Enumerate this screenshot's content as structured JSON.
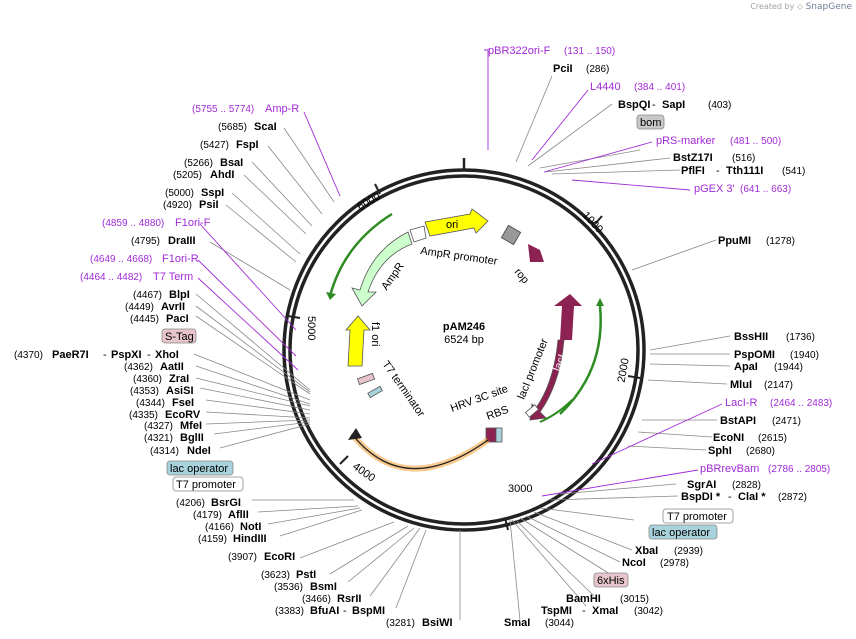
{
  "watermark": {
    "created_by": "Created by",
    "brand": "SnapGene"
  },
  "plasmid": {
    "name": "pAM246",
    "length": "6524 bp",
    "ticks": [
      "1000",
      "2000",
      "3000",
      "4000",
      "5000",
      "6000"
    ]
  },
  "enzymes": [
    {
      "name": "PciI",
      "pos": "(286)"
    },
    {
      "name": "BspQI",
      "name2": "SapI",
      "pos": "(403)"
    },
    {
      "name": "BstZ17I",
      "pos": "(516)"
    },
    {
      "name": "PflFI",
      "name2": "Tth111I",
      "pos": "(541)"
    },
    {
      "name": "PpuMI",
      "pos": "(1278)"
    },
    {
      "name": "BssHII",
      "pos": "(1736)"
    },
    {
      "name": "PspOMI",
      "pos": "(1940)"
    },
    {
      "name": "ApaI",
      "pos": "(1944)"
    },
    {
      "name": "MluI",
      "pos": "(2147)"
    },
    {
      "name": "BstAPI",
      "pos": "(2471)"
    },
    {
      "name": "EcoNI",
      "pos": "(2615)"
    },
    {
      "name": "SphI",
      "pos": "(2680)"
    },
    {
      "name": "SgrAI",
      "pos": "(2828)"
    },
    {
      "name": "BspDI *",
      "name2": "ClaI *",
      "pos": "(2872)"
    },
    {
      "name": "XbaI",
      "pos": "(2939)"
    },
    {
      "name": "NcoI",
      "pos": "(2978)"
    },
    {
      "name": "BamHI",
      "pos": "(3015)"
    },
    {
      "name": "TspMI",
      "name2": "XmaI",
      "pos": "(3042)"
    },
    {
      "name": "SmaI",
      "pos": "(3044)"
    },
    {
      "name": "BsiWI",
      "pos": "(3281)"
    },
    {
      "name": "BfuAI",
      "name2": "BspMI",
      "pos": "(3383)"
    },
    {
      "name": "RsrII",
      "pos": "(3466)"
    },
    {
      "name": "BsmI",
      "pos": "(3536)"
    },
    {
      "name": "PstI",
      "pos": "(3623)"
    },
    {
      "name": "EcoRI",
      "pos": "(3907)"
    },
    {
      "name": "HindIII",
      "pos": "(4159)"
    },
    {
      "name": "NotI",
      "pos": "(4166)"
    },
    {
      "name": "AflII",
      "pos": "(4179)"
    },
    {
      "name": "BsrGI",
      "pos": "(4206)"
    },
    {
      "name": "NdeI",
      "pos": "(4314)"
    },
    {
      "name": "BglII",
      "pos": "(4321)"
    },
    {
      "name": "MfeI",
      "pos": "(4327)"
    },
    {
      "name": "EcoRV",
      "pos": "(4335)"
    },
    {
      "name": "FseI",
      "pos": "(4344)"
    },
    {
      "name": "AsiSI",
      "pos": "(4353)"
    },
    {
      "name": "ZraI",
      "pos": "(4360)"
    },
    {
      "name": "AatII",
      "pos": "(4362)"
    },
    {
      "name": "PaeR7I",
      "name2": "PspXI",
      "name3": "XhoI",
      "pos": "(4370)"
    },
    {
      "name": "PacI",
      "pos": "(4445)"
    },
    {
      "name": "AvrII",
      "pos": "(4449)"
    },
    {
      "name": "BlpI",
      "pos": "(4467)"
    },
    {
      "name": "DraIII",
      "pos": "(4795)"
    },
    {
      "name": "PsiI",
      "pos": "(4920)"
    },
    {
      "name": "SspI",
      "pos": "(5000)"
    },
    {
      "name": "AhdI",
      "pos": "(5205)"
    },
    {
      "name": "BsaI",
      "pos": "(5266)"
    },
    {
      "name": "FspI",
      "pos": "(5427)"
    },
    {
      "name": "ScaI",
      "pos": "(5685)"
    }
  ],
  "primers": [
    {
      "name": "pBR322ori-F",
      "pos": "(131 .. 150)"
    },
    {
      "name": "L4440",
      "pos": "(384 .. 401)"
    },
    {
      "name": "pRS-marker",
      "pos": "(481 .. 500)"
    },
    {
      "name": "pGEX 3'",
      "pos": "(641 .. 663)"
    },
    {
      "name": "LacI-R",
      "pos": "(2464 .. 2483)"
    },
    {
      "name": "pBRrevBam",
      "pos": "(2786 .. 2805)"
    },
    {
      "name": "T7 Term",
      "pos": "(4464 .. 4482)"
    },
    {
      "name": "F1ori-R",
      "pos": "(4649 .. 4668)"
    },
    {
      "name": "F1ori-F",
      "pos": "(4859 .. 4880)"
    },
    {
      "name": "Amp-R",
      "pos": "(5755 .. 5774)"
    }
  ],
  "boxes": [
    {
      "name": "bom",
      "color": "#c8c8c8"
    },
    {
      "name": "T7 promoter",
      "color": "#ffffff"
    },
    {
      "name": "lac operator",
      "color": "#a9d3dc"
    },
    {
      "name": "6xHis",
      "color": "#e8c4cc"
    },
    {
      "name": "lac operator",
      "color": "#a9d3dc"
    },
    {
      "name": "T7 promoter",
      "color": "#ffffff"
    },
    {
      "name": "S-Tag",
      "color": "#e8c4cc"
    }
  ],
  "features": {
    "ori": "ori",
    "ampr_promoter": "AmpR promoter",
    "ampr": "AmpR",
    "rop": "rop",
    "f1_ori": "f1 ori",
    "t7_terminator": "T7 terminator",
    "laci_promoter": "lacI promoter",
    "laci": "lacI",
    "hrv": "HRV 3C site",
    "rbs": "RBS"
  },
  "colors": {
    "backbone": "#222222",
    "primer": "#a12bd6",
    "ori": "#ffff00",
    "ampr": "#ccffcc",
    "promoter_arrow": "#2e8b22",
    "laci": "#8b2252",
    "f1ori": "#ffff00",
    "orange_band": "#f5a742"
  }
}
